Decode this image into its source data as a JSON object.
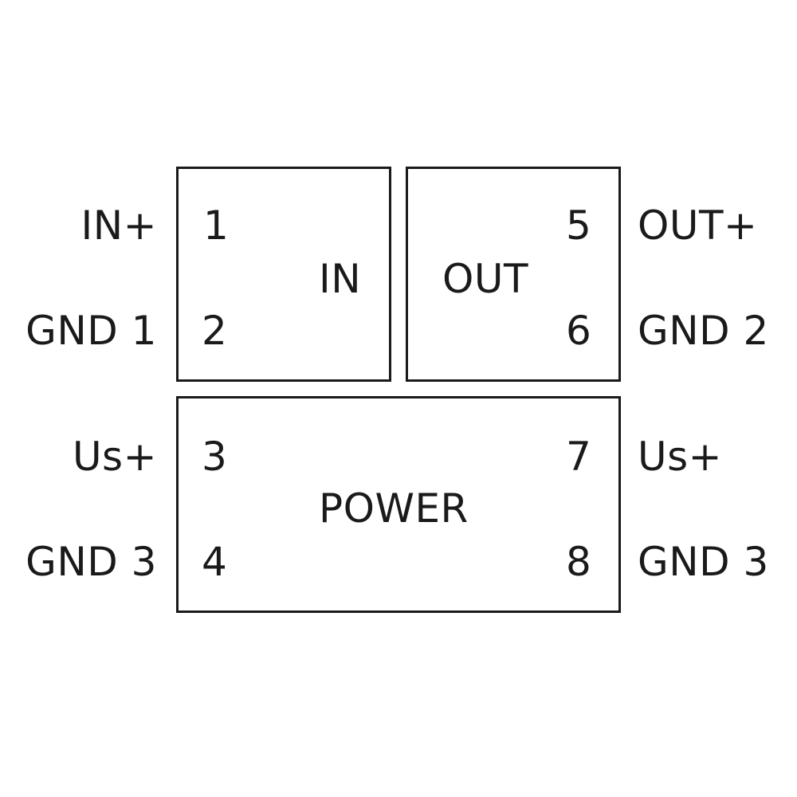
{
  "modules": {
    "in": "IN",
    "out": "OUT",
    "power": "POWER"
  },
  "terminals": {
    "t1": {
      "number": "1",
      "signal": "IN+"
    },
    "t2": {
      "number": "2",
      "signal": "GND 1"
    },
    "t3": {
      "number": "3",
      "signal": "Us+"
    },
    "t4": {
      "number": "4",
      "signal": "GND 3"
    },
    "t5": {
      "number": "5",
      "signal": "OUT+"
    },
    "t6": {
      "number": "6",
      "signal": "GND 2"
    },
    "t7": {
      "number": "7",
      "signal": "Us+"
    },
    "t8": {
      "number": "8",
      "signal": "GND 3"
    }
  }
}
